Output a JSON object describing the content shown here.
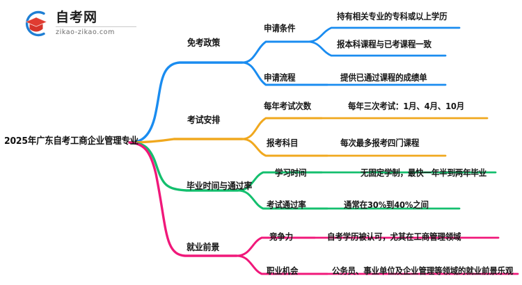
{
  "logo": {
    "cn_name": "自考网",
    "domain": "zikao-zikao.com",
    "mark_icon": "graduation-cap-icon",
    "arc_color": "#1f7fd4",
    "cap_color": "#e03c31"
  },
  "mindmap": {
    "root": {
      "label": "2025年广东自考工商企业管理专业"
    },
    "branches": [
      {
        "label": "免考政策",
        "color": "#1a8cf0",
        "children": [
          {
            "label": "申请条件",
            "leaves": [
              "持有相关专业的专科或以上学历",
              "报本科课程与已考课程一致"
            ]
          },
          {
            "label": "申请流程",
            "leaves": [
              "提供已通过课程的成绩单"
            ]
          }
        ]
      },
      {
        "label": "考试安排",
        "color": "#f0a81e",
        "children": [
          {
            "label": "每年考试次数",
            "leaves": [
              "每年三次考试：1月、4月、10月"
            ]
          },
          {
            "label": "报考科目",
            "leaves": [
              "每次最多报考四门课程"
            ]
          }
        ]
      },
      {
        "label": "毕业时间与通过率",
        "color": "#14bf6e",
        "children": [
          {
            "label": "学习时间",
            "leaves": [
              "无固定学制，最快一年半到两年毕业"
            ]
          },
          {
            "label": "考试通过率",
            "leaves": [
              "通常在30%到40%之间"
            ]
          }
        ]
      },
      {
        "label": "就业前景",
        "color": "#f0187a",
        "children": [
          {
            "label": "竞争力",
            "leaves": [
              "自考学历被认可，尤其在工商管理领域"
            ]
          },
          {
            "label": "职业机会",
            "leaves": [
              "公务员、事业单位及企业管理等领域的就业前景乐观"
            ]
          }
        ]
      }
    ]
  }
}
